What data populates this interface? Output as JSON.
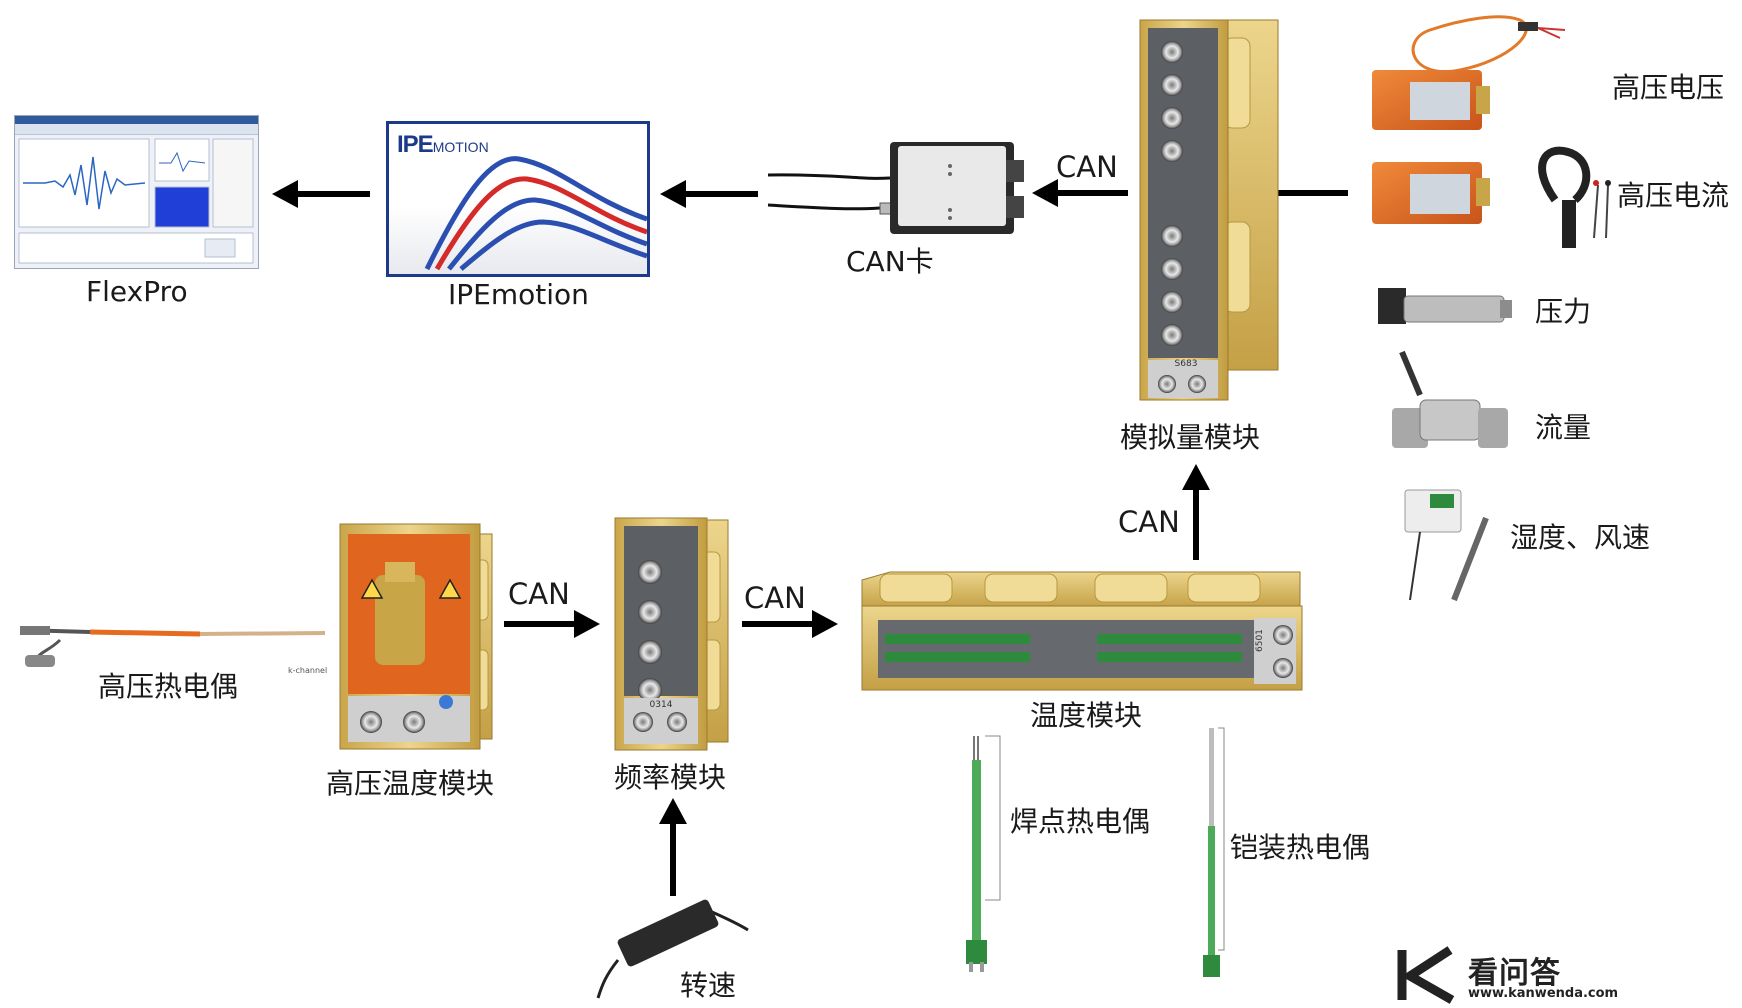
{
  "software": {
    "flexpro": "FlexPro",
    "ipemotion": "IPEmotion",
    "ipe_logo_big": "IPE",
    "ipe_logo_small": "MOTION"
  },
  "hardware": {
    "can_card": "CAN卡",
    "analog_module": "模拟量模块",
    "temperature_module": "温度模块",
    "frequency_module": "频率模块",
    "hv_temperature_module": "高压温度模块"
  },
  "sensors": {
    "hv_voltage": "高压电压",
    "hv_current": "高压电流",
    "pressure": "压力",
    "flow": "流量",
    "humidity_wind": "湿度、风速",
    "hv_thermocouple": "高压热电偶",
    "weld_thermocouple": "焊点热电偶",
    "armored_thermocouple": "铠装热电偶",
    "speed": "转速"
  },
  "links": {
    "can": "CAN"
  },
  "module_labels": {
    "analog_code": "S683",
    "freq_code": "0314",
    "temp_code": "6501"
  },
  "watermark": {
    "name": "看问答",
    "url": "www.kanwenda.com"
  },
  "colors": {
    "module_gold": "#d9b85a",
    "module_gold_dark": "#b8963c",
    "module_panel": "#5c5f63",
    "hv_orange": "#e0661f",
    "terminal_green": "#2e8b3e",
    "ipe_blue": "#1d3a8a",
    "ipe_red": "#d42a2a",
    "arrow": "#000000"
  }
}
